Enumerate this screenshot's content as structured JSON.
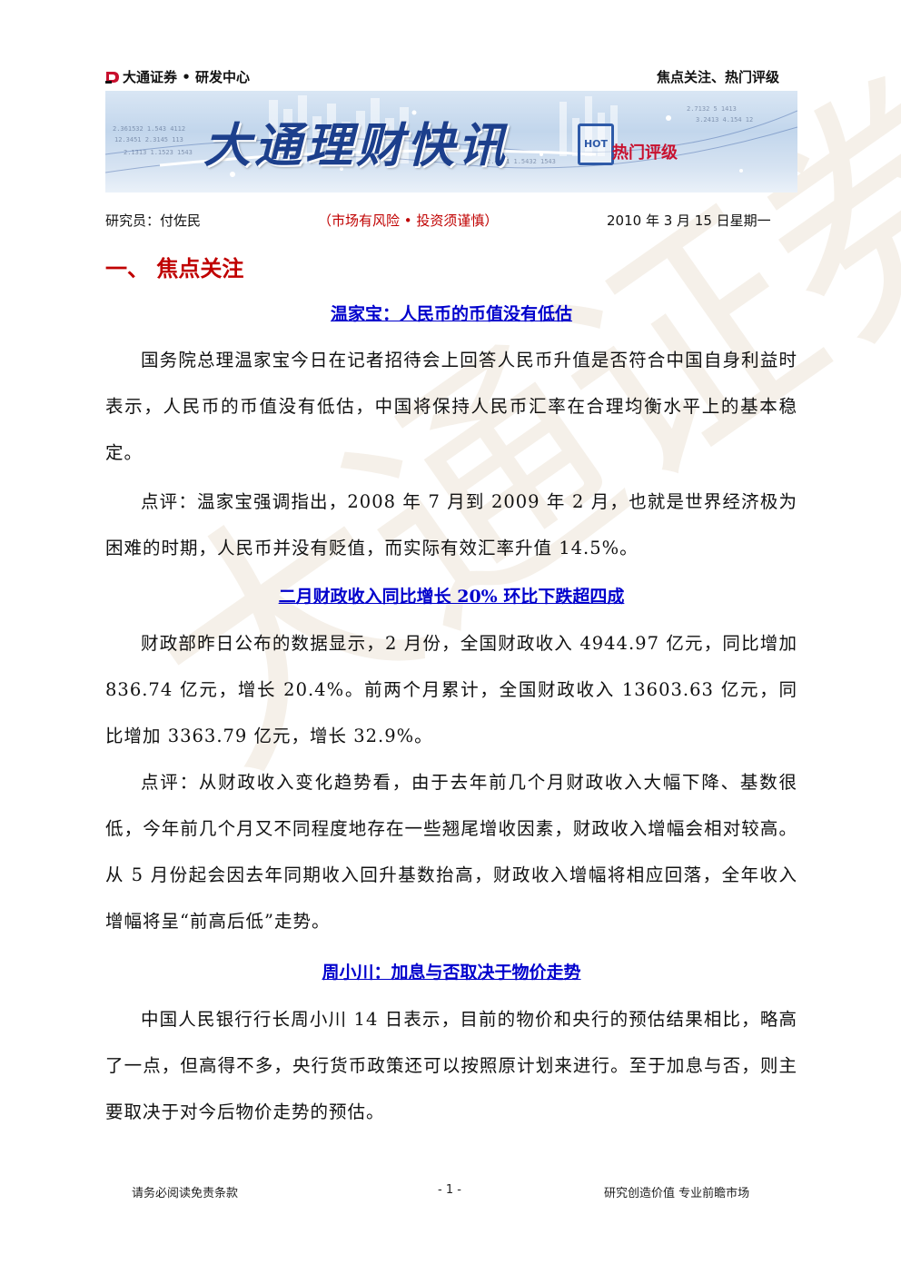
{
  "header": {
    "brand": "大通证券 • 研发中心",
    "right_title": "焦点关注、热门评级"
  },
  "banner": {
    "title": "大通理财快讯",
    "badge": "热门评级",
    "badge_box": "HOT"
  },
  "meta": {
    "author": "研究员：付佐民",
    "risk_notice": "（市场有风险 • 投资须谨慎）",
    "date": "2010 年 3 月 15 日星期一"
  },
  "section": {
    "title": "一、 焦点关注"
  },
  "articles": [
    {
      "title": "温家宝：人民币的币值没有低估",
      "paragraphs": [
        "国务院总理温家宝今日在记者招待会上回答人民币升值是否符合中国自身利益时表示，人民币的币值没有低估，中国将保持人民币汇率在合理均衡水平上的基本稳定。",
        "点评：温家宝强调指出，2008 年 7 月到 2009 年 2 月，也就是世界经济极为困难的时期，人民币并没有贬值，而实际有效汇率升值 14.5%。"
      ]
    },
    {
      "title": "二月财政收入同比增长 20% 环比下跌超四成",
      "paragraphs": [
        "财政部昨日公布的数据显示，2 月份，全国财政收入 4944.97 亿元，同比增加 836.74 亿元，增长 20.4%。前两个月累计，全国财政收入 13603.63 亿元，同比增加 3363.79 亿元，增长 32.9%。",
        "点评：从财政收入变化趋势看，由于去年前几个月财政收入大幅下降、基数很低，今年前几个月又不同程度地存在一些翘尾增收因素，财政收入增幅会相对较高。从 5 月份起会因去年同期收入回升基数抬高，财政收入增幅将相应回落，全年收入增幅将呈“前高后低”走势。"
      ]
    },
    {
      "title": "周小川：加息与否取决于物价走势",
      "paragraphs": [
        "中国人民银行行长周小川 14 日表示，目前的物价和央行的预估结果相比，略高了一点，但高得不多，央行货币政策还可以按照原计划来进行。至于加息与否，则主要取决于对今后物价走势的预估。"
      ]
    }
  ],
  "watermark": "大通证券",
  "footer": {
    "left": "请务必阅读免责条款",
    "page": "- 1 -",
    "right": "研究创造价值  专业前瞻市场"
  }
}
